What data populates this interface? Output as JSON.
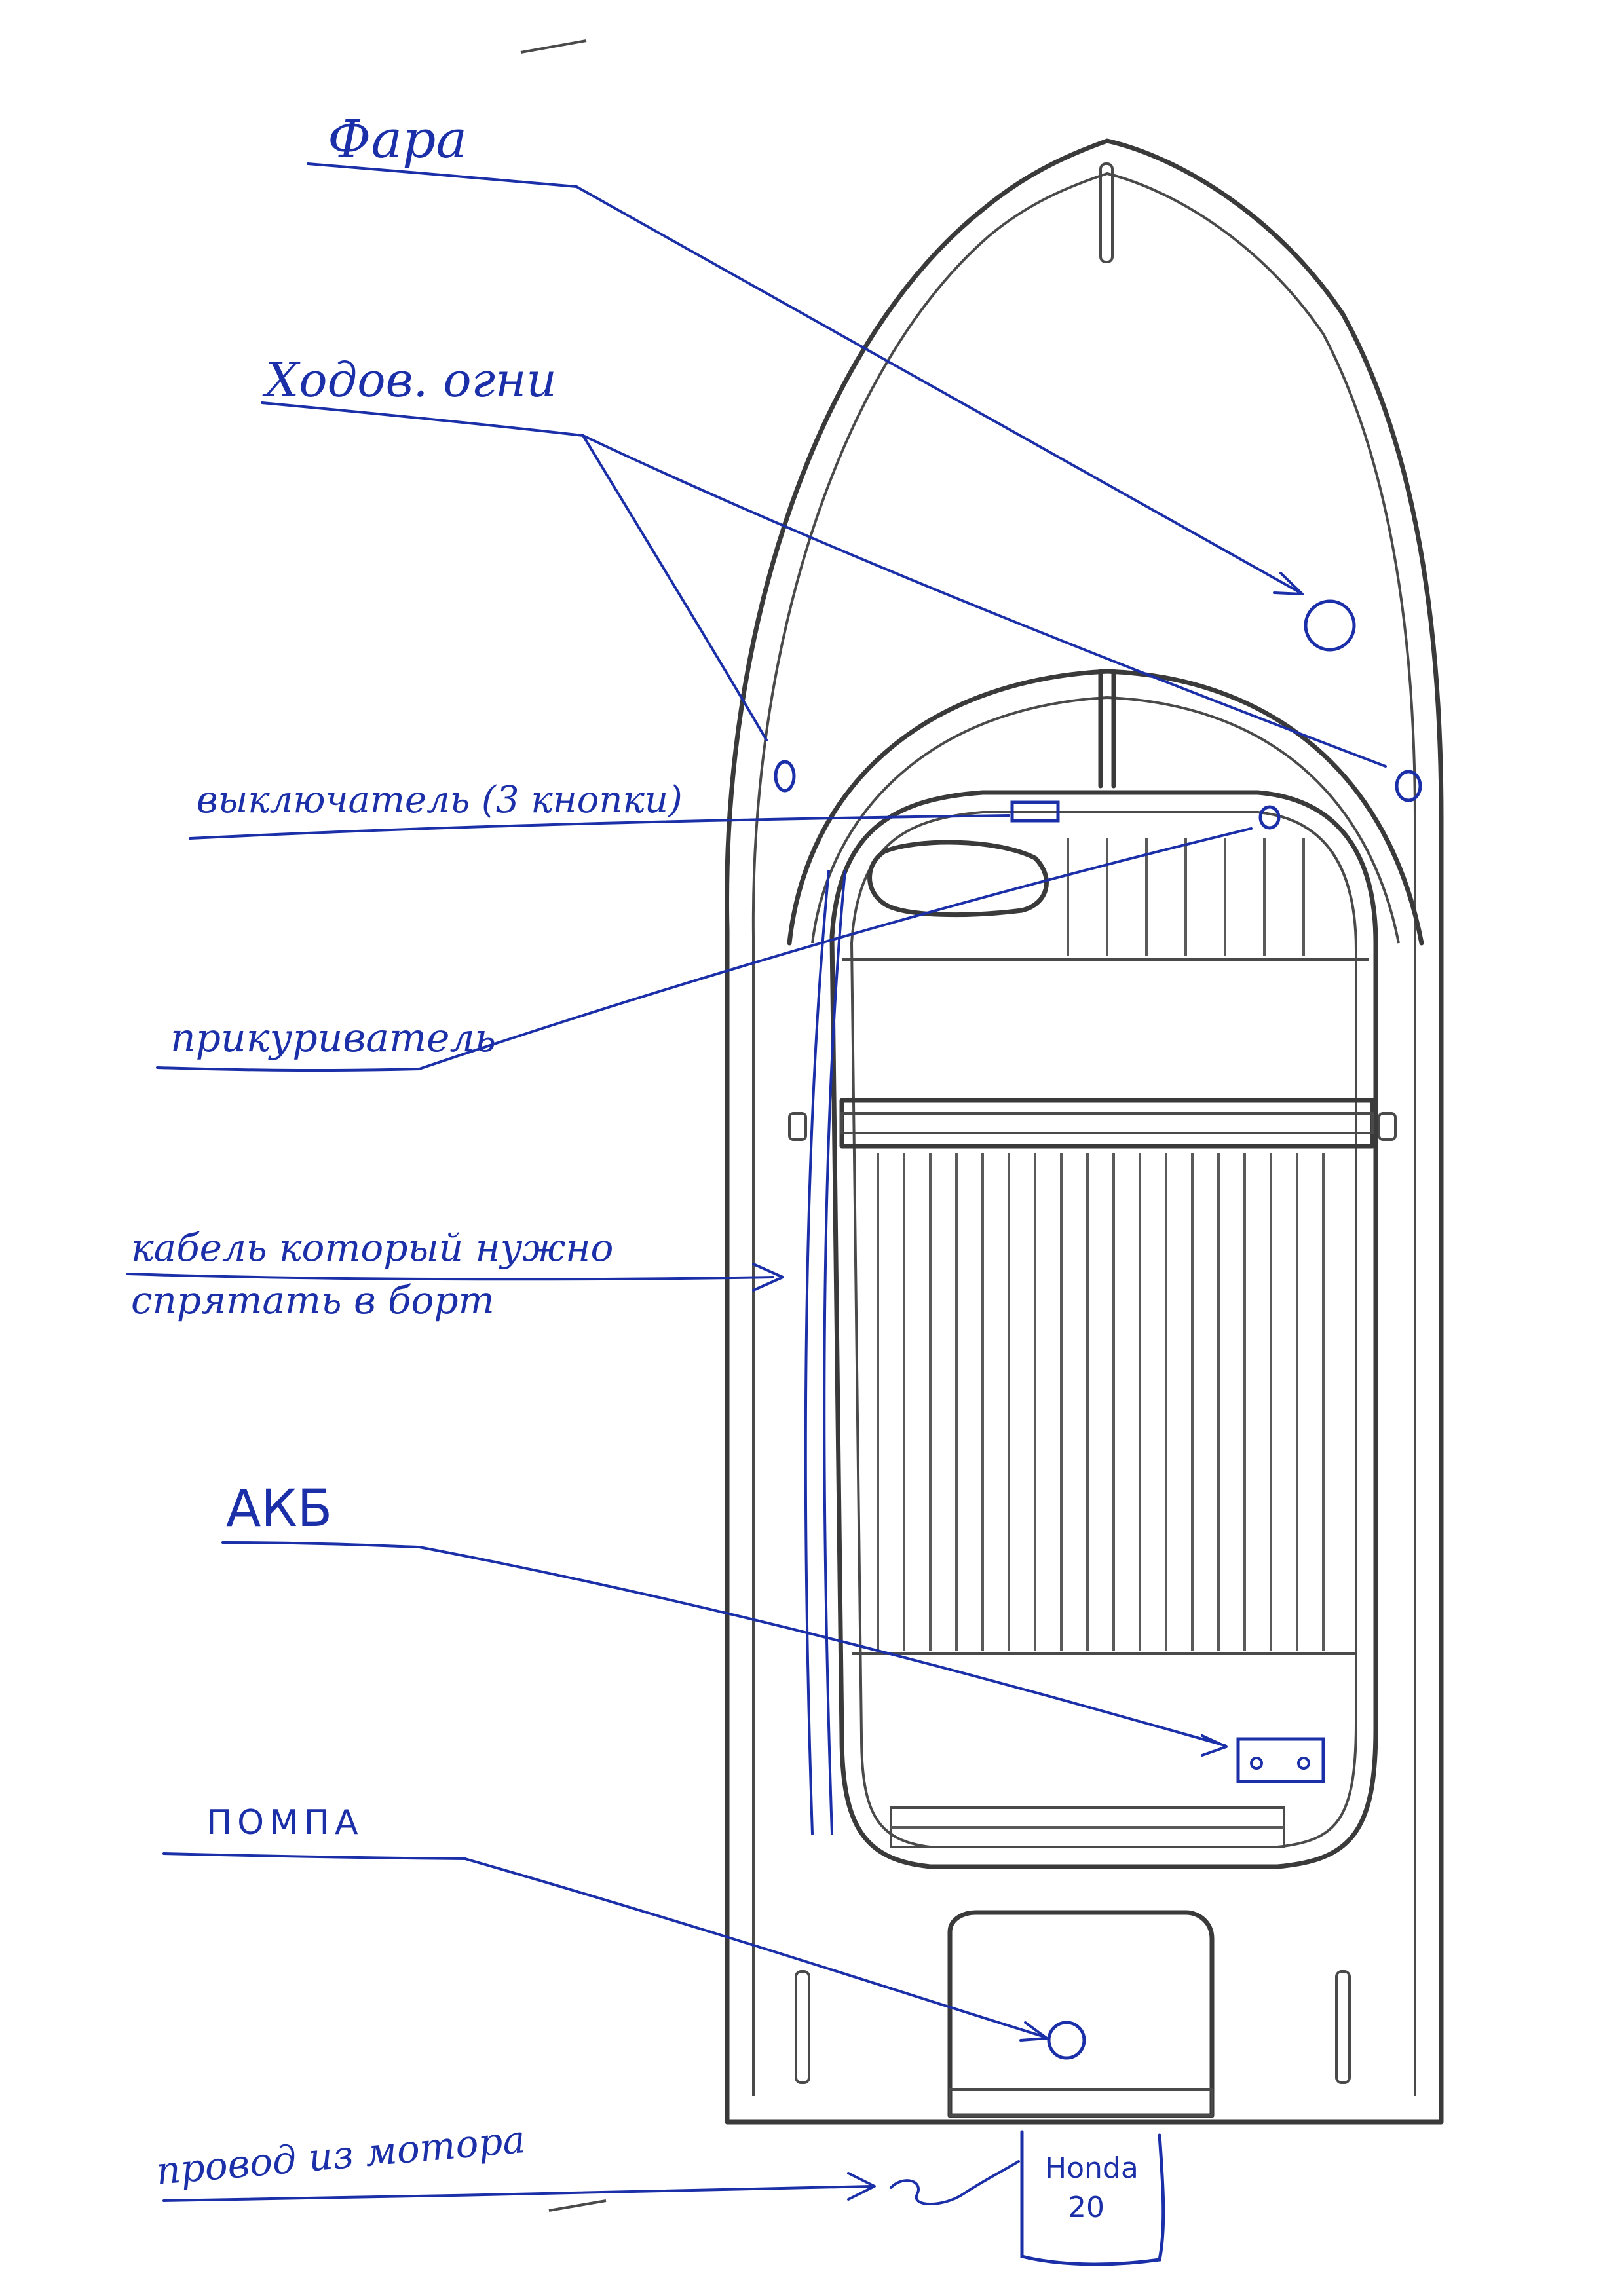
{
  "annotations": {
    "headlight": "Фара",
    "running_lights": "Ходов. огни",
    "switch": "выключатель (3 кнопки)",
    "cigarette_lighter": "прикуриватель",
    "cable_line1": "кабель который нужно",
    "cable_line2": "спрятать в борт",
    "battery": "АКБ",
    "pump": "ПОМПА",
    "motor_wire": "провод из мотора"
  },
  "motor": {
    "brand": "Honda",
    "power": "20"
  },
  "colors": {
    "ink": "#1b2fa8",
    "drawing": "#3a3a3a"
  }
}
